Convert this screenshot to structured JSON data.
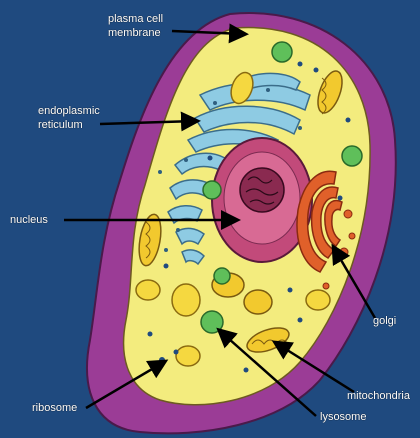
{
  "labels": {
    "membrane_line1": "plasma cell",
    "membrane_line2": "membrane",
    "er_line1": "endoplasmic",
    "er_line2": "reticulum",
    "nucleus": "nucleus",
    "golgi": "golgi",
    "mitochondria": "mitochondria",
    "lysosome": "lysosome",
    "ribosome": "ribosome"
  },
  "colors": {
    "background": "#1f4a7f",
    "membrane": "#9b3c96",
    "cytoplasm": "#f3ec7e",
    "nucleus_outer": "#c24a7a",
    "nucleus_inner": "#8a2a50",
    "er": "#8ecbe3",
    "golgi": "#e0602a",
    "mitochondria": "#f2c92e",
    "lysosome": "#5fbf5a",
    "arrow": "#000000"
  }
}
